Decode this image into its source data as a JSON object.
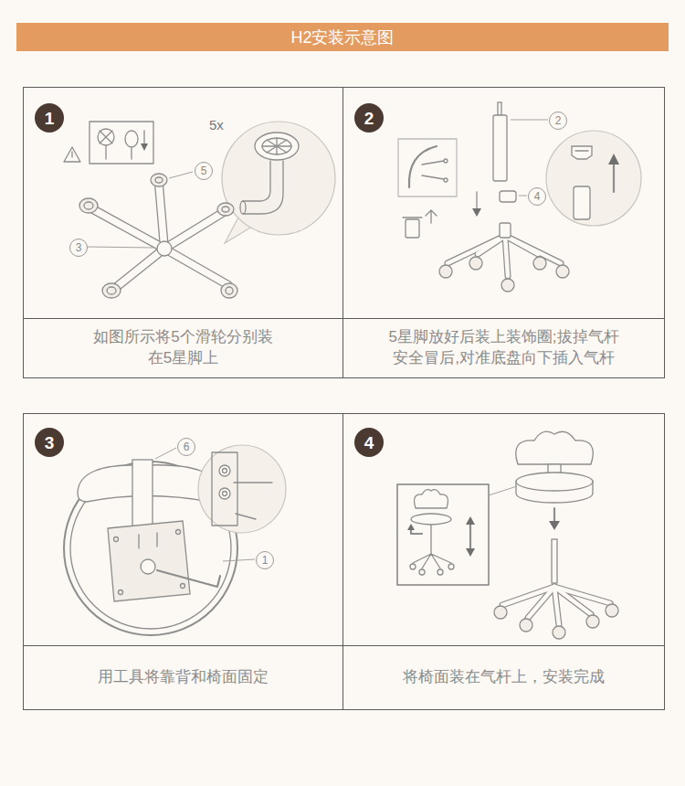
{
  "diagram": {
    "title": "H2安装示意图",
    "nodes": [
      {
        "text": [
          "如图所示将5个滑轮分别装 在5星脚上"
        ]
      },
      {
        "text": [
          "1"
        ],
        "in": 0
      },
      {
        "text": [
          "5"
        ],
        "in": 0
      },
      {
        "text": [
          "3"
        ],
        "in": 0
      },
      {
        "text": [
          "5星脚放好后装上装饰圈;拔掉气杆 安全冒后,对准底盘向下插入气杆"
        ]
      },
      {
        "text": [
          "2"
        ],
        "in": 4
      },
      {
        "text": [
          "2"
        ],
        "in": 4
      },
      {
        "text": [
          "4"
        ],
        "in": 4
      },
      {
        "text": [
          "用工具将靠背和椅面固定"
        ]
      },
      {
        "text": [
          "3"
        ],
        "in": 8
      },
      {
        "text": [
          "6"
        ],
        "in": 8
      },
      {
        "text": [
          "1"
        ],
        "in": 8
      },
      {
        "text": [
          "将椅面装在气杆上，安装完成"
        ]
      },
      {
        "text": [
          "4"
        ],
        "in": 12
      }
    ],
    "labels": [
      "5x"
    ]
  }
}
